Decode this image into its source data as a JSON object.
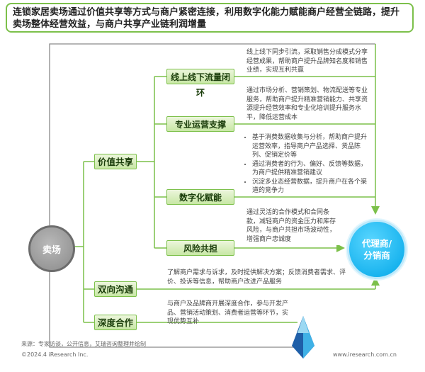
{
  "title": "连锁家居卖场通过价值共享等方式与商户紧密连接，利用数字化能力赋能商户经营全链路，提升卖场整体经营效益，与商户共享产业链利润增量",
  "center": "卖场",
  "target": {
    "line1": "代理商/",
    "line2": "分销商"
  },
  "categories": [
    {
      "label": "价值共享",
      "children": [
        {
          "label": "线上线下流量闭环",
          "desc": "线上线下同步引流，采取销售分成模式分享经营成果，帮助商户提升品牌知名度和销售业绩，实现互利共赢"
        },
        {
          "label": "专业运营支撑",
          "desc": "通过市场分析、营销策划、物流配送等专业服务，帮助商户提升精准营销能力、共享资源提升经营效率和专业化培训提升服务水平，降低运营成本"
        },
        {
          "label": "数字化赋能",
          "bullets": [
            "基于消费数据收集与分析，帮助商户提升运营效率，指导商户产品选择、货品陈列、促销定价等",
            "通过消费者的行为、偏好、反馈等数据，为商户提供精准营销建议",
            "沉淀多业态经营数据，提升商户在各个渠道的竞争力"
          ]
        },
        {
          "label": "风险共担",
          "desc": "通过灵活的合作模式和合同条款，减轻商户的资金压力和库存风险，与商户共担市场波动性，增强商户忠诚度"
        }
      ]
    },
    {
      "label": "双向沟通",
      "desc": "了解商户需求与诉求，及时提供解决方案；反馈消费者需求、评价、投诉等信息，帮助商户改进产品服务"
    },
    {
      "label": "深度合作",
      "desc": "与商户及品牌商开展深度合作，参与开发产品、营销活动策划、消费者运营等环节，实现优势互补"
    }
  ],
  "source": "来源：专家访谈，公开信息，艾瑞咨询整理并绘制",
  "copyright": "©2024.4 iResearch Inc.",
  "website": "www.iresearch.com.cn",
  "colors": {
    "green": "#7cc04a",
    "blue": "#00a6e8",
    "gray": "#8a8a8a"
  }
}
